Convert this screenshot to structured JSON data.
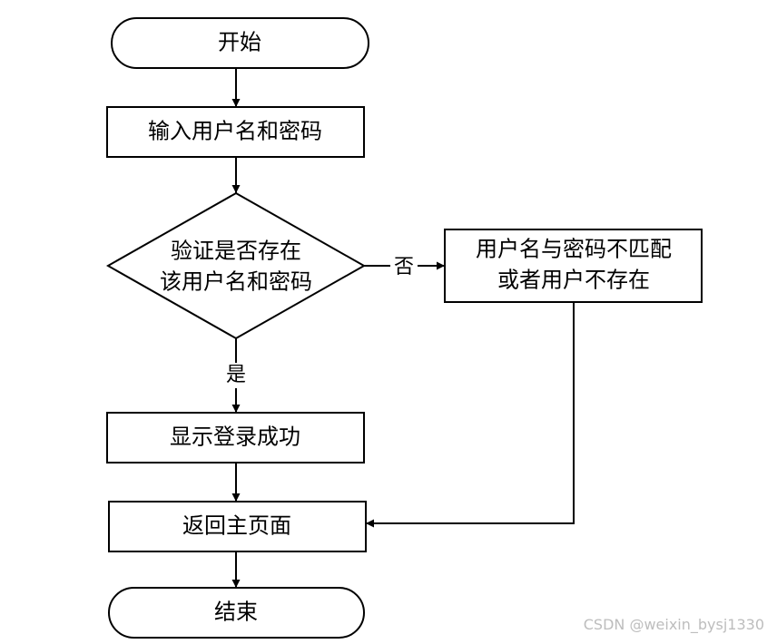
{
  "flowchart": {
    "nodes": {
      "start": "开始",
      "input": "输入用户名和密码",
      "check_line1": "验证是否存在",
      "check_line2": "该用户名和密码",
      "error_line1": "用户名与密码不匹配",
      "error_line2": "或者用户不存在",
      "success": "显示登录成功",
      "return": "返回主页面",
      "end": "结束"
    },
    "edges": {
      "yes": "是",
      "no": "否"
    }
  },
  "watermark": "CSDN @weixin_bysj1330"
}
